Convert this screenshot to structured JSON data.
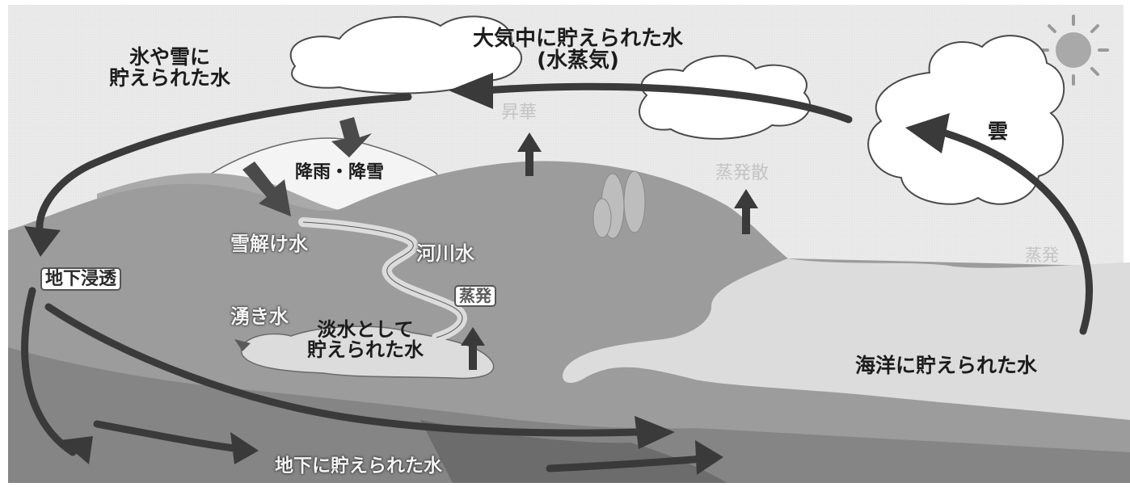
{
  "labels": {
    "atmosphere_line1": "大気中に貯えられた水",
    "atmosphere_line2": "(水蒸気)",
    "ice_snow_line1": "氷や雪に",
    "ice_snow_line2": "貯えられた水",
    "sublimation": "昇華",
    "precipitation": "降雨・降雪",
    "evapotranspiration": "蒸発散",
    "cloud": "雲",
    "snowmelt": "雪解け水",
    "river_water": "河川水",
    "evaporation_land": "蒸発",
    "evaporation_sea": "蒸発",
    "groundwater_infiltration": "地下浸透",
    "spring_water": "湧き水",
    "freshwater_line1": "淡水として",
    "freshwater_line2": "貯えられた水",
    "ocean": "海洋に貯えられた水",
    "underground": "地下に貯えられた水"
  },
  "icons": [
    "sun-icon",
    "cloud-icon",
    "tree-icon",
    "flow-arrow-icon"
  ],
  "colors": {
    "sky": "#ebebeb",
    "land": "#9c9c9c",
    "ocean": "#dcdcdc",
    "underground": "#858585",
    "deep_layer": "#6c6c6c",
    "arrow": "#3a3a3a",
    "sun": "#a9a9a9"
  }
}
